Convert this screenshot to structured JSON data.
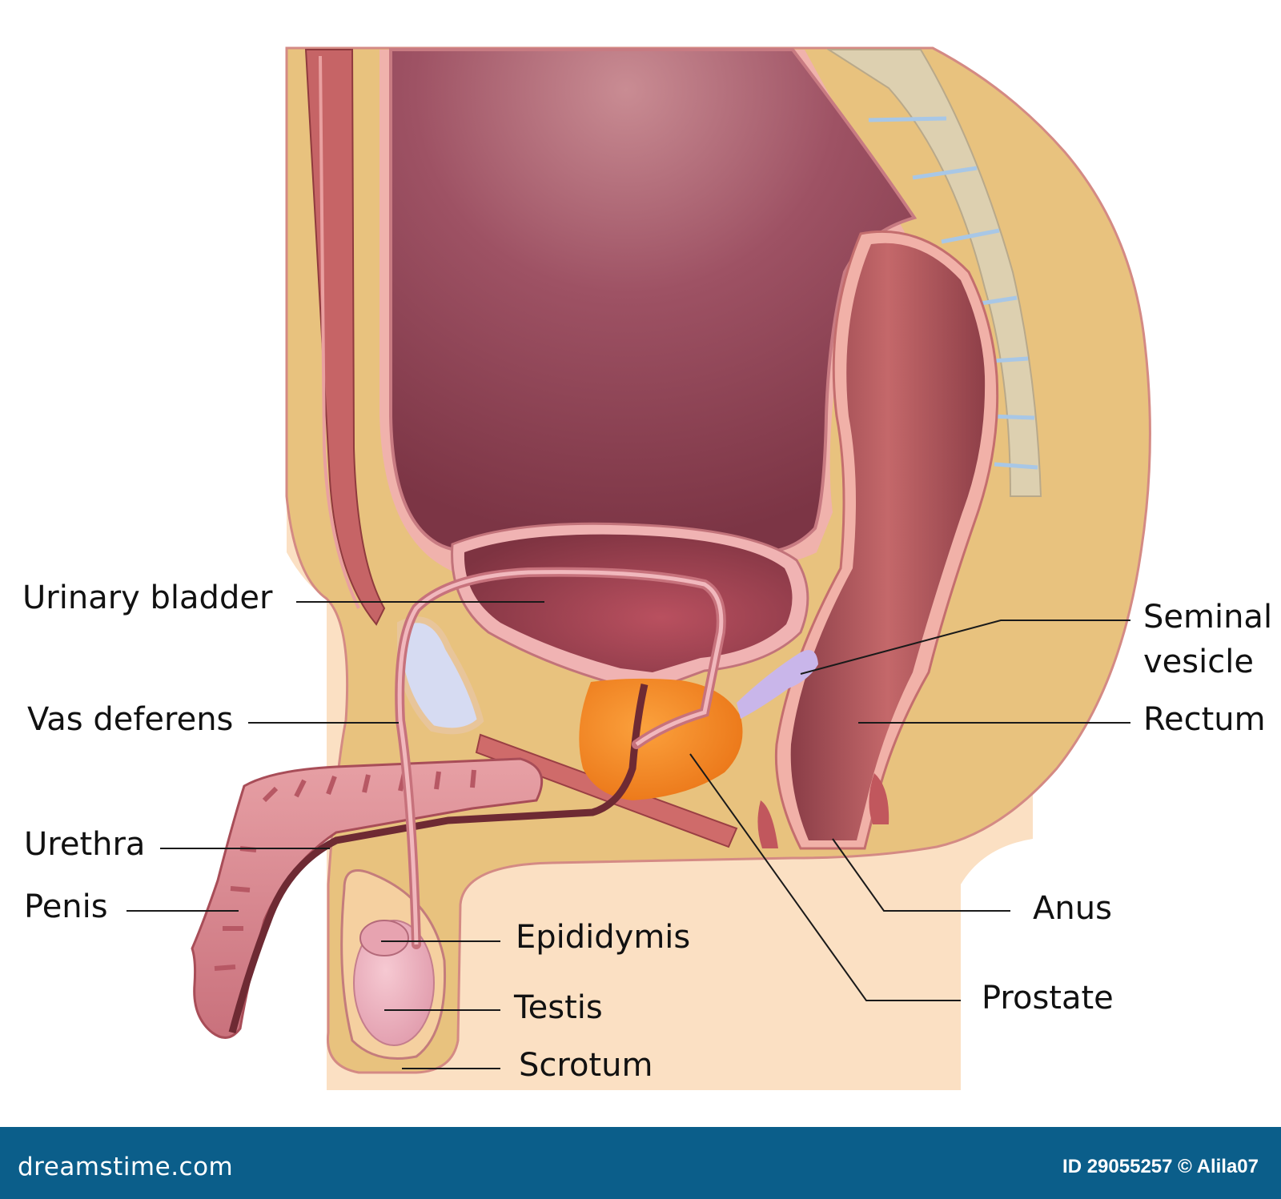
{
  "labels": {
    "urinary_bladder": "Urinary bladder",
    "vas_deferens": "Vas deferens",
    "urethra": "Urethra",
    "penis": "Penis",
    "epididymis": "Epididymis",
    "testis": "Testis",
    "scrotum": "Scrotum",
    "seminal_vesicle_line1": "Seminal",
    "seminal_vesicle_line2": "vesicle",
    "rectum": "Rectum",
    "anus": "Anus",
    "prostate": "Prostate"
  },
  "footer": {
    "logo_text": "dreamstime.com",
    "credit": "ID 29055257 © Alila07",
    "bg_color": "#0b5e8a"
  },
  "colors": {
    "fat": "#e8c27e",
    "skin": "#fbe0c3",
    "intestine": "#9c4d5e",
    "prostate": "#f08a1e",
    "seminal_vesicle": "#c9b6ea",
    "spine": "#ddd0b0"
  }
}
